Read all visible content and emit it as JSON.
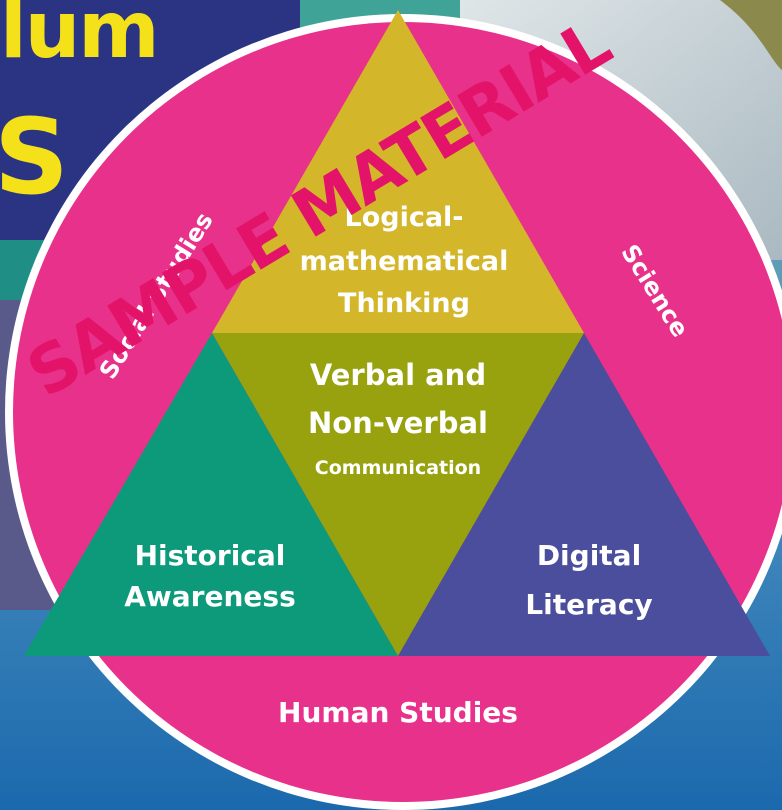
{
  "header": {
    "title_line1": "lum",
    "title_line2": "S"
  },
  "diagram": {
    "outer_labels": {
      "left": "Social Studies",
      "right": "Science",
      "bottom": "Human Studies"
    },
    "triangles": {
      "top": [
        "Logical-",
        "mathematical",
        "Thinking"
      ],
      "center": [
        "Verbal and",
        "Non-verbal",
        "Communication"
      ],
      "left": [
        "Historical",
        "Awareness"
      ],
      "right": [
        "Digital",
        "Literacy"
      ]
    },
    "watermark": "SAMPLE MATERIAL"
  },
  "colors": {
    "circle": "#e8318a",
    "top_triangle": "#d4b62a",
    "center_triangle": "#97a20e",
    "left_triangle": "#0c9a7a",
    "right_triangle": "#4a4e9c",
    "header_bg": "#2a3483",
    "header_text": "#f5e11a",
    "watermark": "#e3136a"
  }
}
